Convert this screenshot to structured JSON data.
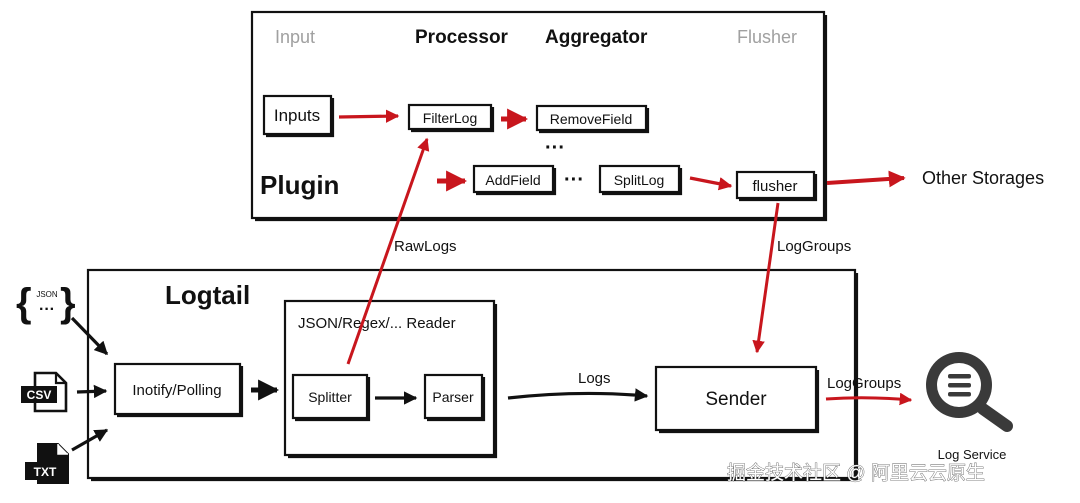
{
  "plugin": {
    "title": "Plugin",
    "stage_input": "Input",
    "stage_processor": "Processor",
    "stage_aggregator": "Aggregator",
    "stage_flusher": "Flusher",
    "inputs": "Inputs",
    "filterlog": "FilterLog",
    "removefield": "RemoveField",
    "dots_vertical": "···",
    "addfield": "AddField",
    "dots_between": "···",
    "splitlog": "SplitLog",
    "flusher": "flusher"
  },
  "other_storages": "Other Storages",
  "rawlogs": "RawLogs",
  "loggroups_1": "LogGroups",
  "loggroups_2": "LogGroups",
  "logs": "Logs",
  "logtail": {
    "title": "Logtail",
    "inotify": "Inotify/Polling",
    "reader_title": "JSON/Regex/... Reader",
    "splitter": "Splitter",
    "parser": "Parser",
    "sender": "Sender"
  },
  "sources": {
    "json_label": "JSON",
    "json_dots": "···",
    "csv_label": "CSV",
    "txt_label": "TXT"
  },
  "log_service": "Log Service",
  "watermark": "掘金技术社区 @ 阿里云云原生",
  "colors": {
    "arrow_red": "#c8161d",
    "ink": "#111111",
    "stage_grey": "#a0a0a0"
  }
}
